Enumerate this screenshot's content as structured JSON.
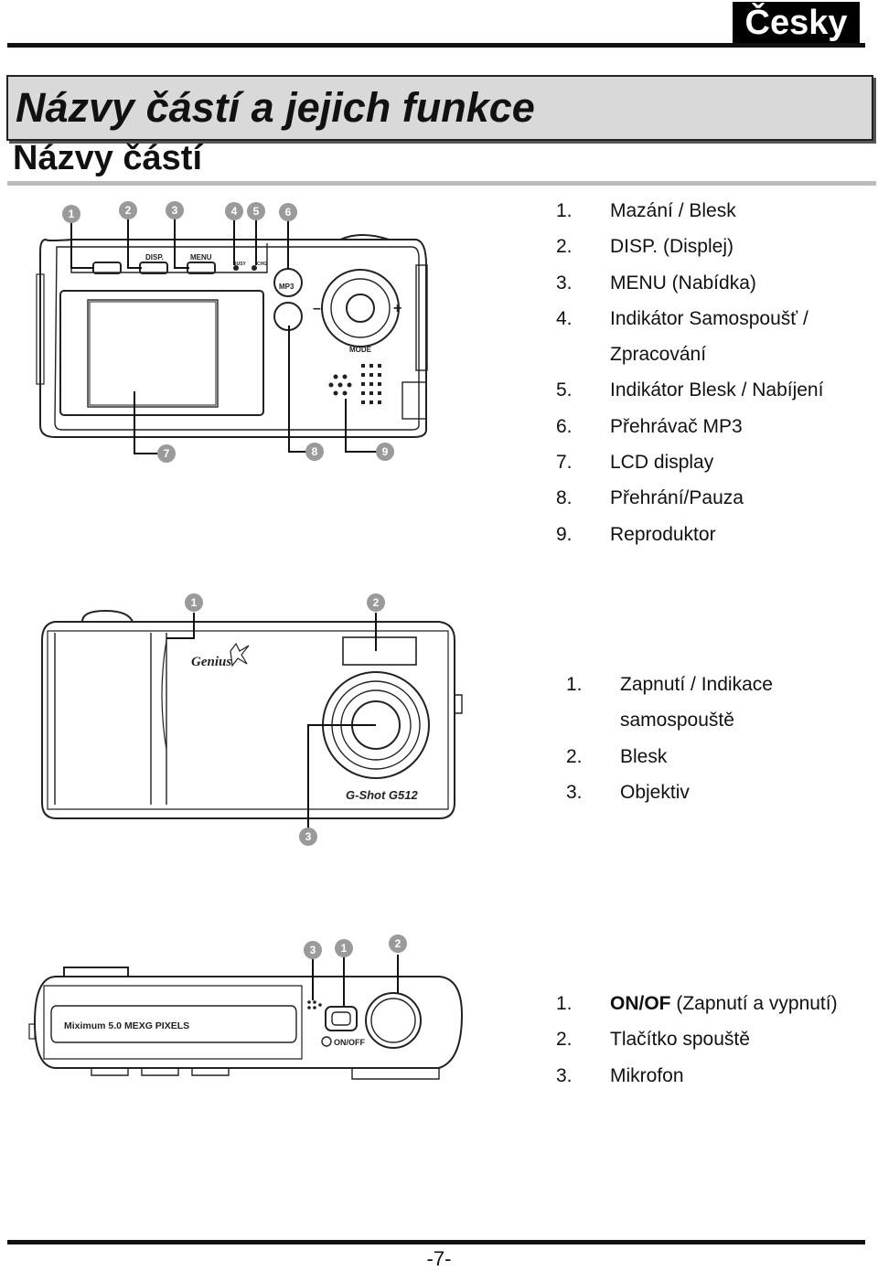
{
  "header": {
    "language": "Česky"
  },
  "title": "Názvy částí a jejich funkce",
  "subtitle": "Názvy částí",
  "back_view": {
    "markers": [
      "1",
      "2",
      "3",
      "4",
      "5",
      "6",
      "7",
      "8",
      "9"
    ],
    "labels": {
      "disp": "DISP.",
      "menu": "MENU",
      "busy": "BUSY",
      "chg": "CHG",
      "mp3": "MP3",
      "mode": "MODE",
      "minus": "–",
      "plus": "+"
    },
    "items": [
      {
        "num": "1.",
        "text": "Mazání / Blesk"
      },
      {
        "num": "2.",
        "text": "DISP. (Displej)"
      },
      {
        "num": "3.",
        "text": "MENU (Nabídka)"
      },
      {
        "num": "4.",
        "text": "Indikátor Samospoušť /"
      },
      {
        "num": "",
        "text": "Zpracování"
      },
      {
        "num": "5.",
        "text": "Indikátor Blesk / Nabíjení"
      },
      {
        "num": "6.",
        "text": "Přehrávač MP3"
      },
      {
        "num": "7.",
        "text": "LCD display"
      },
      {
        "num": "8.",
        "text": "Přehrání/Pauza"
      },
      {
        "num": "9.",
        "text": "Reproduktor"
      }
    ]
  },
  "front_view": {
    "markers": [
      "1",
      "2",
      "3"
    ],
    "labels": {
      "brand": "Genius",
      "model": "G-Shot G512"
    },
    "items": [
      {
        "num": "1.",
        "text": "Zapnutí / Indikace"
      },
      {
        "num": "",
        "text": "samospouště"
      },
      {
        "num": "2.",
        "text": "Blesk"
      },
      {
        "num": "3.",
        "text": "Objektiv"
      }
    ]
  },
  "top_view": {
    "markers": [
      "3",
      "1",
      "2"
    ],
    "labels": {
      "pixels": "Miximum 5.0 MEXG PIXELS",
      "onoff": "ON/OFF"
    },
    "items": [
      {
        "num": "1.",
        "bold": "ON/OF",
        "text": " (Zapnutí a vypnutí)"
      },
      {
        "num": "2.",
        "bold": "",
        "text": "Tlačítko spouště"
      },
      {
        "num": "3.",
        "bold": "",
        "text": "Mikrofon"
      }
    ]
  },
  "footer": {
    "page_number": "-7-"
  }
}
